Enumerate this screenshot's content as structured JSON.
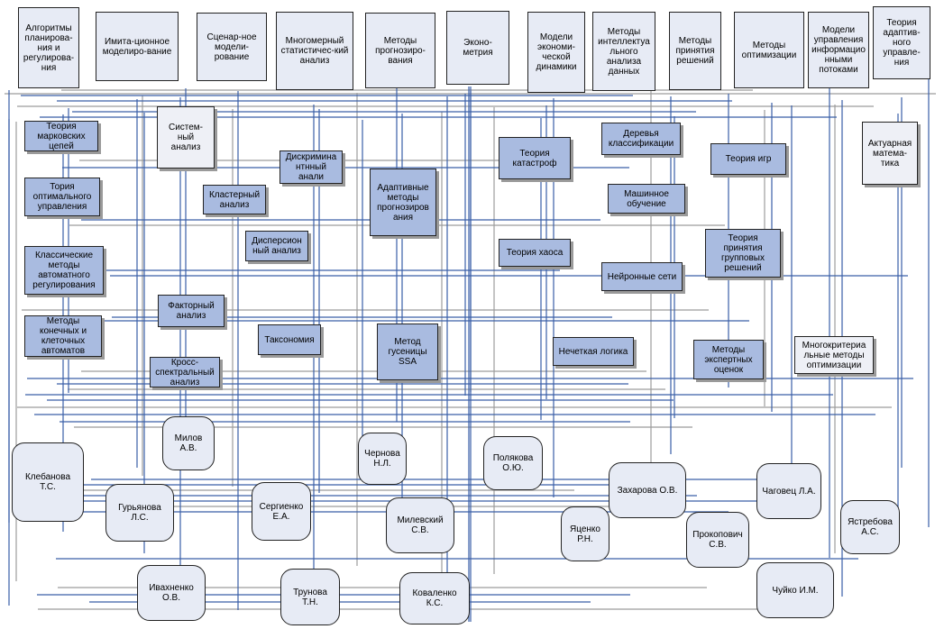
{
  "colors": {
    "discipline_fill": "#e7ebf5",
    "method_fill": "#a9bbe0",
    "person_fill": "#e7ebf5",
    "line": "#3a5fa8",
    "line_shadow": "#9c9c9c"
  },
  "disciplines": [
    "Алгоритмы\nпланирова-\nния и\nрегулирова-\nния",
    "Имита-ционное\nмоделиро-вание",
    "Сценар-ное\nмодели-\nрование",
    "Многомерный\nстатистичес-кий\nанализ",
    "Методы\nпрогнозиро-\nвания",
    "Эконо-\nметрия",
    "Модели\nэкономи-\nческой\nдинамики",
    "Методы\nинтеллектуа\nльного\nанализа\nданных",
    "Методы\nпринятия\nрешений",
    "Методы\nоптимизации",
    "Модели\nуправления\nинформацио\nнными\nпотоками",
    "Теория\nадаптив-\nного\nуправле-\nния"
  ],
  "methods": {
    "markov": "Теория\nмарковских\nцепей",
    "optimal_control": "Тория\nоптимального\nуправления",
    "classic_control": "Классические\nметоды\nавтоматного\nрегулирования",
    "automata": "Методы\nконечных и\nклеточных\nавтоматов",
    "system_analysis": "Систем-\nный\nанализ",
    "discriminant": "Дискримина\nнтнный\nанали",
    "cluster": "Кластерный\nанализ",
    "dispersion": "Дисперсион\nный анализ",
    "factor": "Факторный\nанализ",
    "cross_spectral": "Кросс-\nспектральный\nанализ",
    "taxonomy": "Таксономия",
    "adaptive_forecast": "Адаптивные\nметоды\nпрогнозиров\nания",
    "ssa": "Метод\nгусеницы\nSSA",
    "catastrophe": "Теория\nкатастроф",
    "chaos": "Теория хаоса",
    "decision_trees": "Деревья\nклассификации",
    "ml": "Машинное\nобучение",
    "neural": "Нейронные сети",
    "fuzzy": "Нечеткая логика",
    "games": "Теория игр",
    "group_decisions": "Теория\nпринятия\nгрупповых\nрешений",
    "expert": "Методы\nэкспертных\nоценок",
    "multicriteria": "Многокритериа\nльные методы\nоптимизации",
    "actuarial": "Актуарная\nматема-\nтика"
  },
  "persons": {
    "klebanova": "Клебанова\nТ.С.",
    "guryanova": "Гурьянова\nЛ.С.",
    "milov": "Милов\nА.В.",
    "ivakhnenko": "Ивахненко\nО.В.",
    "sergienko": "Сергиенко\nЕ.А.",
    "trunova": "Трунова\nТ.Н.",
    "chernova": "Чернова\nН.Л.",
    "milevsky": "Милевский\nС.В.",
    "kovalenko": "Коваленко\nК.С.",
    "polyakova": "Полякова\nО.Ю.",
    "yatsenko": "Яценко\nР.Н.",
    "zakharova": "Захарова О.В.",
    "prokopovich": "Прокопович\nС.В.",
    "chagovets": "Чаговец Л.А.",
    "chuyko": "Чуйко И.М.",
    "yastrebova": "Ястребова\nА.С."
  }
}
